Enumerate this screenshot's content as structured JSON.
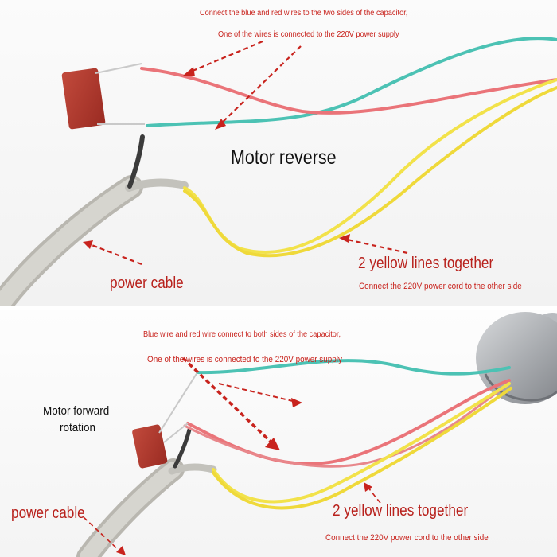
{
  "top_panel": {
    "note_line1": "Connect the blue and red wires to the two sides of the capacitor,",
    "note_line2": "One of the wires is connected to the 220V power supply",
    "title": "Motor reverse",
    "yellow_label": "2 yellow lines together",
    "yellow_note": "Connect the 220V power cord to the other side",
    "power_label": "power cable"
  },
  "bottom_panel": {
    "note_line1": "Blue wire and red wire connect to both sides of the capacitor,",
    "note_line2": "One of the wires is connected to the 220V power supply",
    "title_line1": "Motor forward",
    "title_line2": "rotation",
    "yellow_label": "2 yellow lines together",
    "yellow_note": "Connect the 220V power cord to the other side",
    "power_label": "power cable"
  },
  "colors": {
    "annotation_red": "#c8231d",
    "wire_blue": "#4cc2b4",
    "wire_red": "#ea7479",
    "wire_yellow": "#f2e24a",
    "capacitor": "#b2382c",
    "cable_gray": "#c8c7c1",
    "motor_silver": "#a9acb0"
  },
  "icons": [
    "capacitor-icon",
    "motor-icon",
    "power-cable-icon"
  ]
}
